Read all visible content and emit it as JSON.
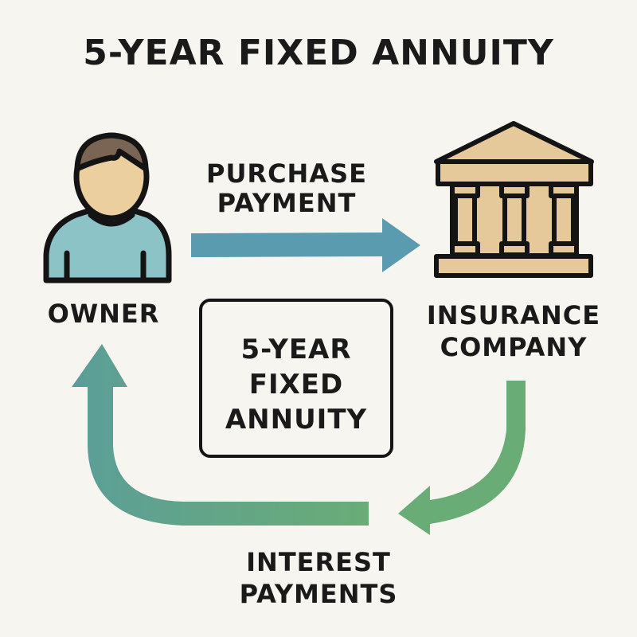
{
  "title": "5-YEAR FIXED ANNUITY",
  "owner": {
    "label": "OWNER",
    "icon": "person-icon"
  },
  "insurer": {
    "label_line1": "INSURANCE",
    "label_line2": "COMPANY",
    "icon": "bank-building-icon"
  },
  "purchase_arrow": {
    "label_line1": "PURCHASE",
    "label_line2": "PAYMENT",
    "color": "#5a9bb0"
  },
  "interest_arrow": {
    "label_line1": "INTEREST",
    "label_line2": "PAYMENTS",
    "color_start": "#5b9e98",
    "color_end": "#6aac76"
  },
  "center_box": {
    "line1": "5-YEAR",
    "line2": "FIXED",
    "line3": "ANNUITY"
  },
  "colors": {
    "background": "#f7f5f0",
    "skin": "#ebcf9f",
    "hair": "#7a6555",
    "shirt": "#8cc3c6",
    "building": "#e5c99a",
    "outline": "#141414"
  }
}
